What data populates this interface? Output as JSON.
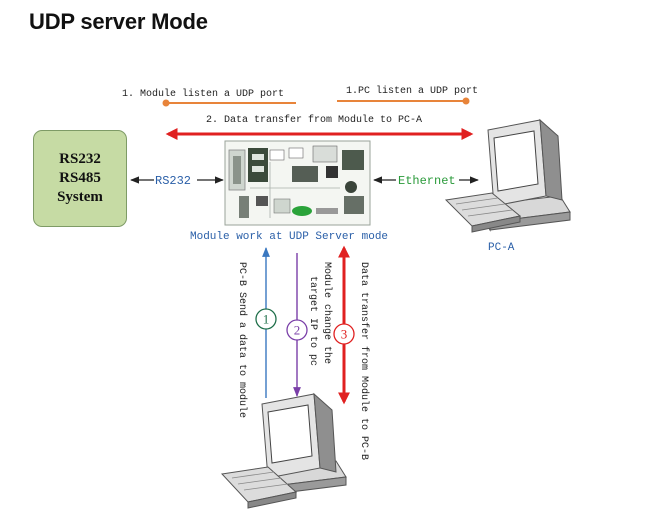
{
  "title": "UDP server Mode",
  "labels": {
    "module_listen": "1. Module listen a UDP port",
    "pc_listen": "1.PC listen a UDP port",
    "transfer_pc_a": "2. Data transfer from Module to PC-A",
    "rs232_link": "RS232",
    "ethernet_link": "Ethernet",
    "module_caption": "Module work at UDP Server mode",
    "pc_a": "PC-A",
    "step1_text": "PC-B Send a data to module",
    "step2_text_line1": "Module change the",
    "step2_text_line2": "target IP to pc",
    "step3_text": "Data transfer from Module to PC-B",
    "step1_num": "1",
    "step2_num": "2",
    "step3_num": "3"
  },
  "system_box": {
    "line1": "RS232",
    "line2": "RS485",
    "line3": "System"
  },
  "colors": {
    "orange": "#e8843a",
    "red": "#e02020",
    "blue": "#3a78c0",
    "purple": "#7a3fa8",
    "green": "#2a9a3a",
    "rs232_text": "#2a5fa8",
    "caption": "#2a5fa8",
    "system_fill": "#c6dba4"
  }
}
